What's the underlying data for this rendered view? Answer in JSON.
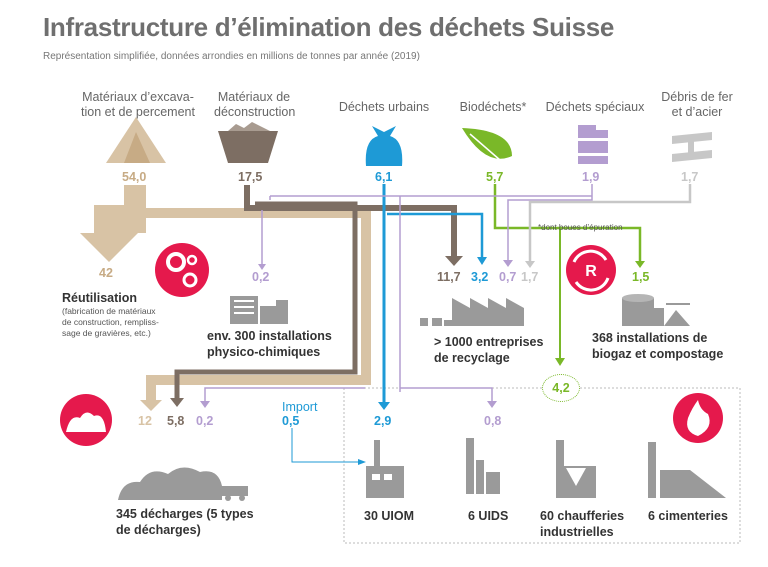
{
  "title": "Infrastructure d’élimination des déchets Suisse",
  "subtitle": "Représentation simplifiée, données arrondies en millions de tonnes par année (2019)",
  "categories": {
    "excavation": {
      "label_1": "Matériaux d’excava-",
      "label_2": "tion et de percement",
      "value": "54,0"
    },
    "deconstruction": {
      "label_1": "Matériaux de",
      "label_2": "déconstruction",
      "value": "17,5"
    },
    "urbains": {
      "label": "Déchets urbains",
      "value": "6,1"
    },
    "biodechets": {
      "label": "Biodéchets*",
      "value": "5,7"
    },
    "speciaux": {
      "label": "Déchets spéciaux",
      "value": "1,9"
    },
    "fer": {
      "label_1": "Débris de fer",
      "label_2": "et d’acier",
      "value": "1,7"
    }
  },
  "footnote": "*dont boues d’épuration",
  "flows": {
    "reuse": "42",
    "physico": "0,2",
    "recycling": [
      "11,7",
      "3,2",
      "0,7",
      "1,7"
    ],
    "biogas": "1,5",
    "to_incineration": "4,2",
    "landfill": [
      "12",
      "5,8",
      "0,2"
    ],
    "uiom": "2,9",
    "uids": "0,8",
    "import_label": "Import",
    "import_value": "0,5"
  },
  "destinations": {
    "reuse": {
      "title": "Réutilisation",
      "note_1": "(fabrication de matériaux",
      "note_2": "de construction, rempliss-",
      "note_3": "sage de gravières, etc.)"
    },
    "physico": {
      "line_1": "env. 300 installations",
      "line_2": "physico-chimiques"
    },
    "recycling": {
      "line_1": "> 1000 entreprises",
      "line_2": "de recyclage"
    },
    "biogas": {
      "line_1": "368 installations de",
      "line_2": "biogaz et compostage"
    },
    "landfill": {
      "line_1": "345 décharges (5 types",
      "line_2": "de décharges)"
    },
    "uiom": "30 UIOM",
    "uids": "6 UIDS",
    "chaufferies": {
      "line_1": "60 chaufferies",
      "line_2": "industrielles"
    },
    "cimenteries": "6 cimenteries"
  },
  "colors": {
    "excavation": "#d8c3a5",
    "deconstruction": "#7d6e63",
    "urbains": "#1e9ad6",
    "biodechets": "#7ab828",
    "speciaux": "#b39dd0",
    "fer": "#c7c7c7",
    "accent": "#e5194c",
    "building": "#9a9a9a"
  }
}
